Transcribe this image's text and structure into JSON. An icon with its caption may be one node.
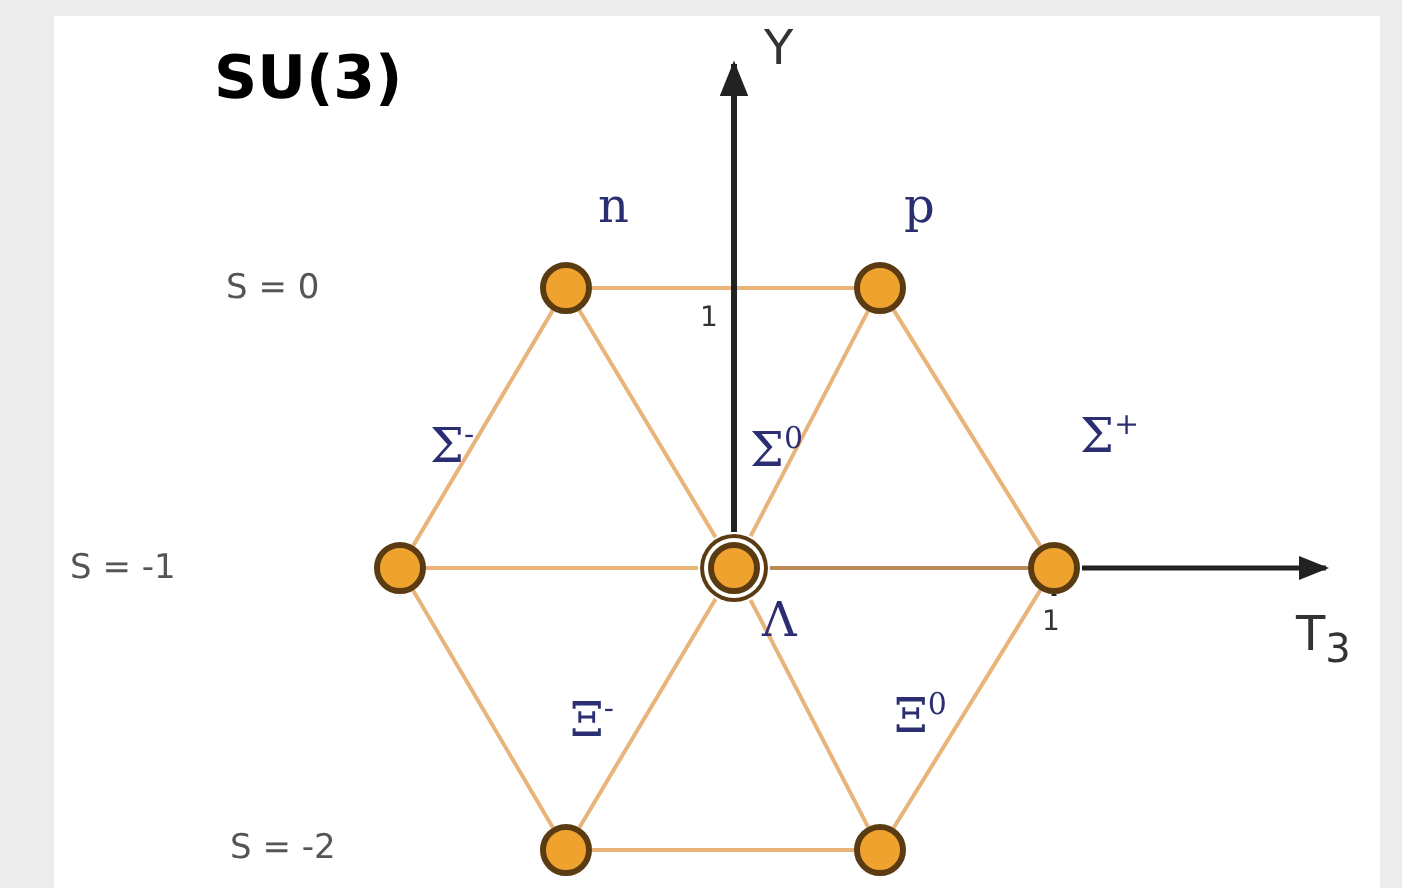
{
  "diagram": {
    "title": "SU(3)",
    "nodes": [
      {
        "text": [],
        "shape": "circle",
        "beside": [
          "n"
        ]
      },
      {
        "text": [],
        "shape": "circle",
        "beside": [
          "p"
        ]
      },
      {
        "text": [],
        "shape": "circle",
        "beside": [
          "Σ$^{-}$"
        ]
      },
      {
        "text": [],
        "shape": "circle",
        "beside": [
          "Σ$^{0}$",
          "Λ"
        ]
      },
      {
        "text": [],
        "shape": "circle",
        "beside": [
          "Σ$^{+}$"
        ]
      },
      {
        "text": [],
        "shape": "circle",
        "beside": [
          "Ξ$^{-}$"
        ]
      },
      {
        "text": [],
        "shape": "circle",
        "beside": [
          "Ξ$^{0}$"
        ]
      }
    ],
    "edges": [
      {
        "from": 0,
        "to": 1,
        "arrow": "none"
      },
      {
        "from": 0,
        "to": 2,
        "arrow": "none"
      },
      {
        "from": 0,
        "to": 3,
        "arrow": "none"
      },
      {
        "from": 1,
        "to": 3,
        "arrow": "none"
      },
      {
        "from": 1,
        "to": 4,
        "arrow": "none"
      },
      {
        "from": 2,
        "to": 3,
        "arrow": "none"
      },
      {
        "from": 3,
        "to": 4,
        "arrow": "none"
      },
      {
        "from": 2,
        "to": 5,
        "arrow": "none"
      },
      {
        "from": 5,
        "to": 3,
        "arrow": "none"
      },
      {
        "from": 3,
        "to": 6,
        "arrow": "none"
      },
      {
        "from": 4,
        "to": 6,
        "arrow": "none"
      },
      {
        "from": 5,
        "to": 6,
        "arrow": "none"
      }
    ],
    "labels": [
      "Y",
      "S = 0",
      "1",
      "S = -1",
      "1",
      "T$_{3}$",
      "S = -2"
    ]
  }
}
